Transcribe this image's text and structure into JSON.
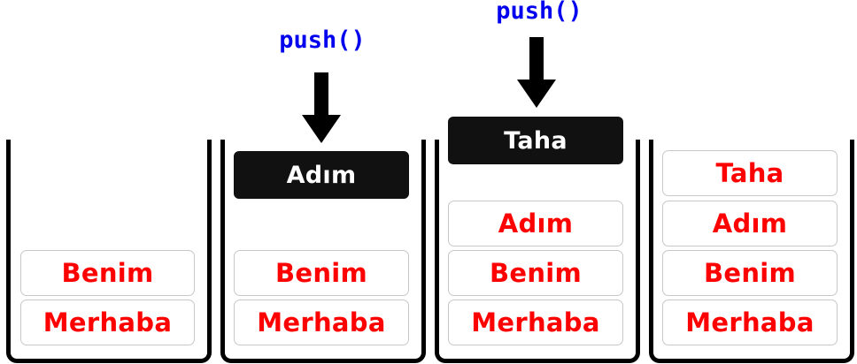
{
  "colors": {
    "item_text": "#ff0000",
    "push_text": "#0000ee",
    "pushing_bg": "#111111",
    "pushing_text": "#ffffff",
    "wall": "#000000"
  },
  "push_label": "push()",
  "stacks": [
    {
      "items": [
        "Benim",
        "Merhaba"
      ]
    },
    {
      "pushing": "Adım",
      "items": [
        "Benim",
        "Merhaba"
      ]
    },
    {
      "pushing": "Taha",
      "items": [
        "Adım",
        "Benim",
        "Merhaba"
      ]
    },
    {
      "items": [
        "Taha",
        "Adım",
        "Benim",
        "Merhaba"
      ]
    }
  ]
}
